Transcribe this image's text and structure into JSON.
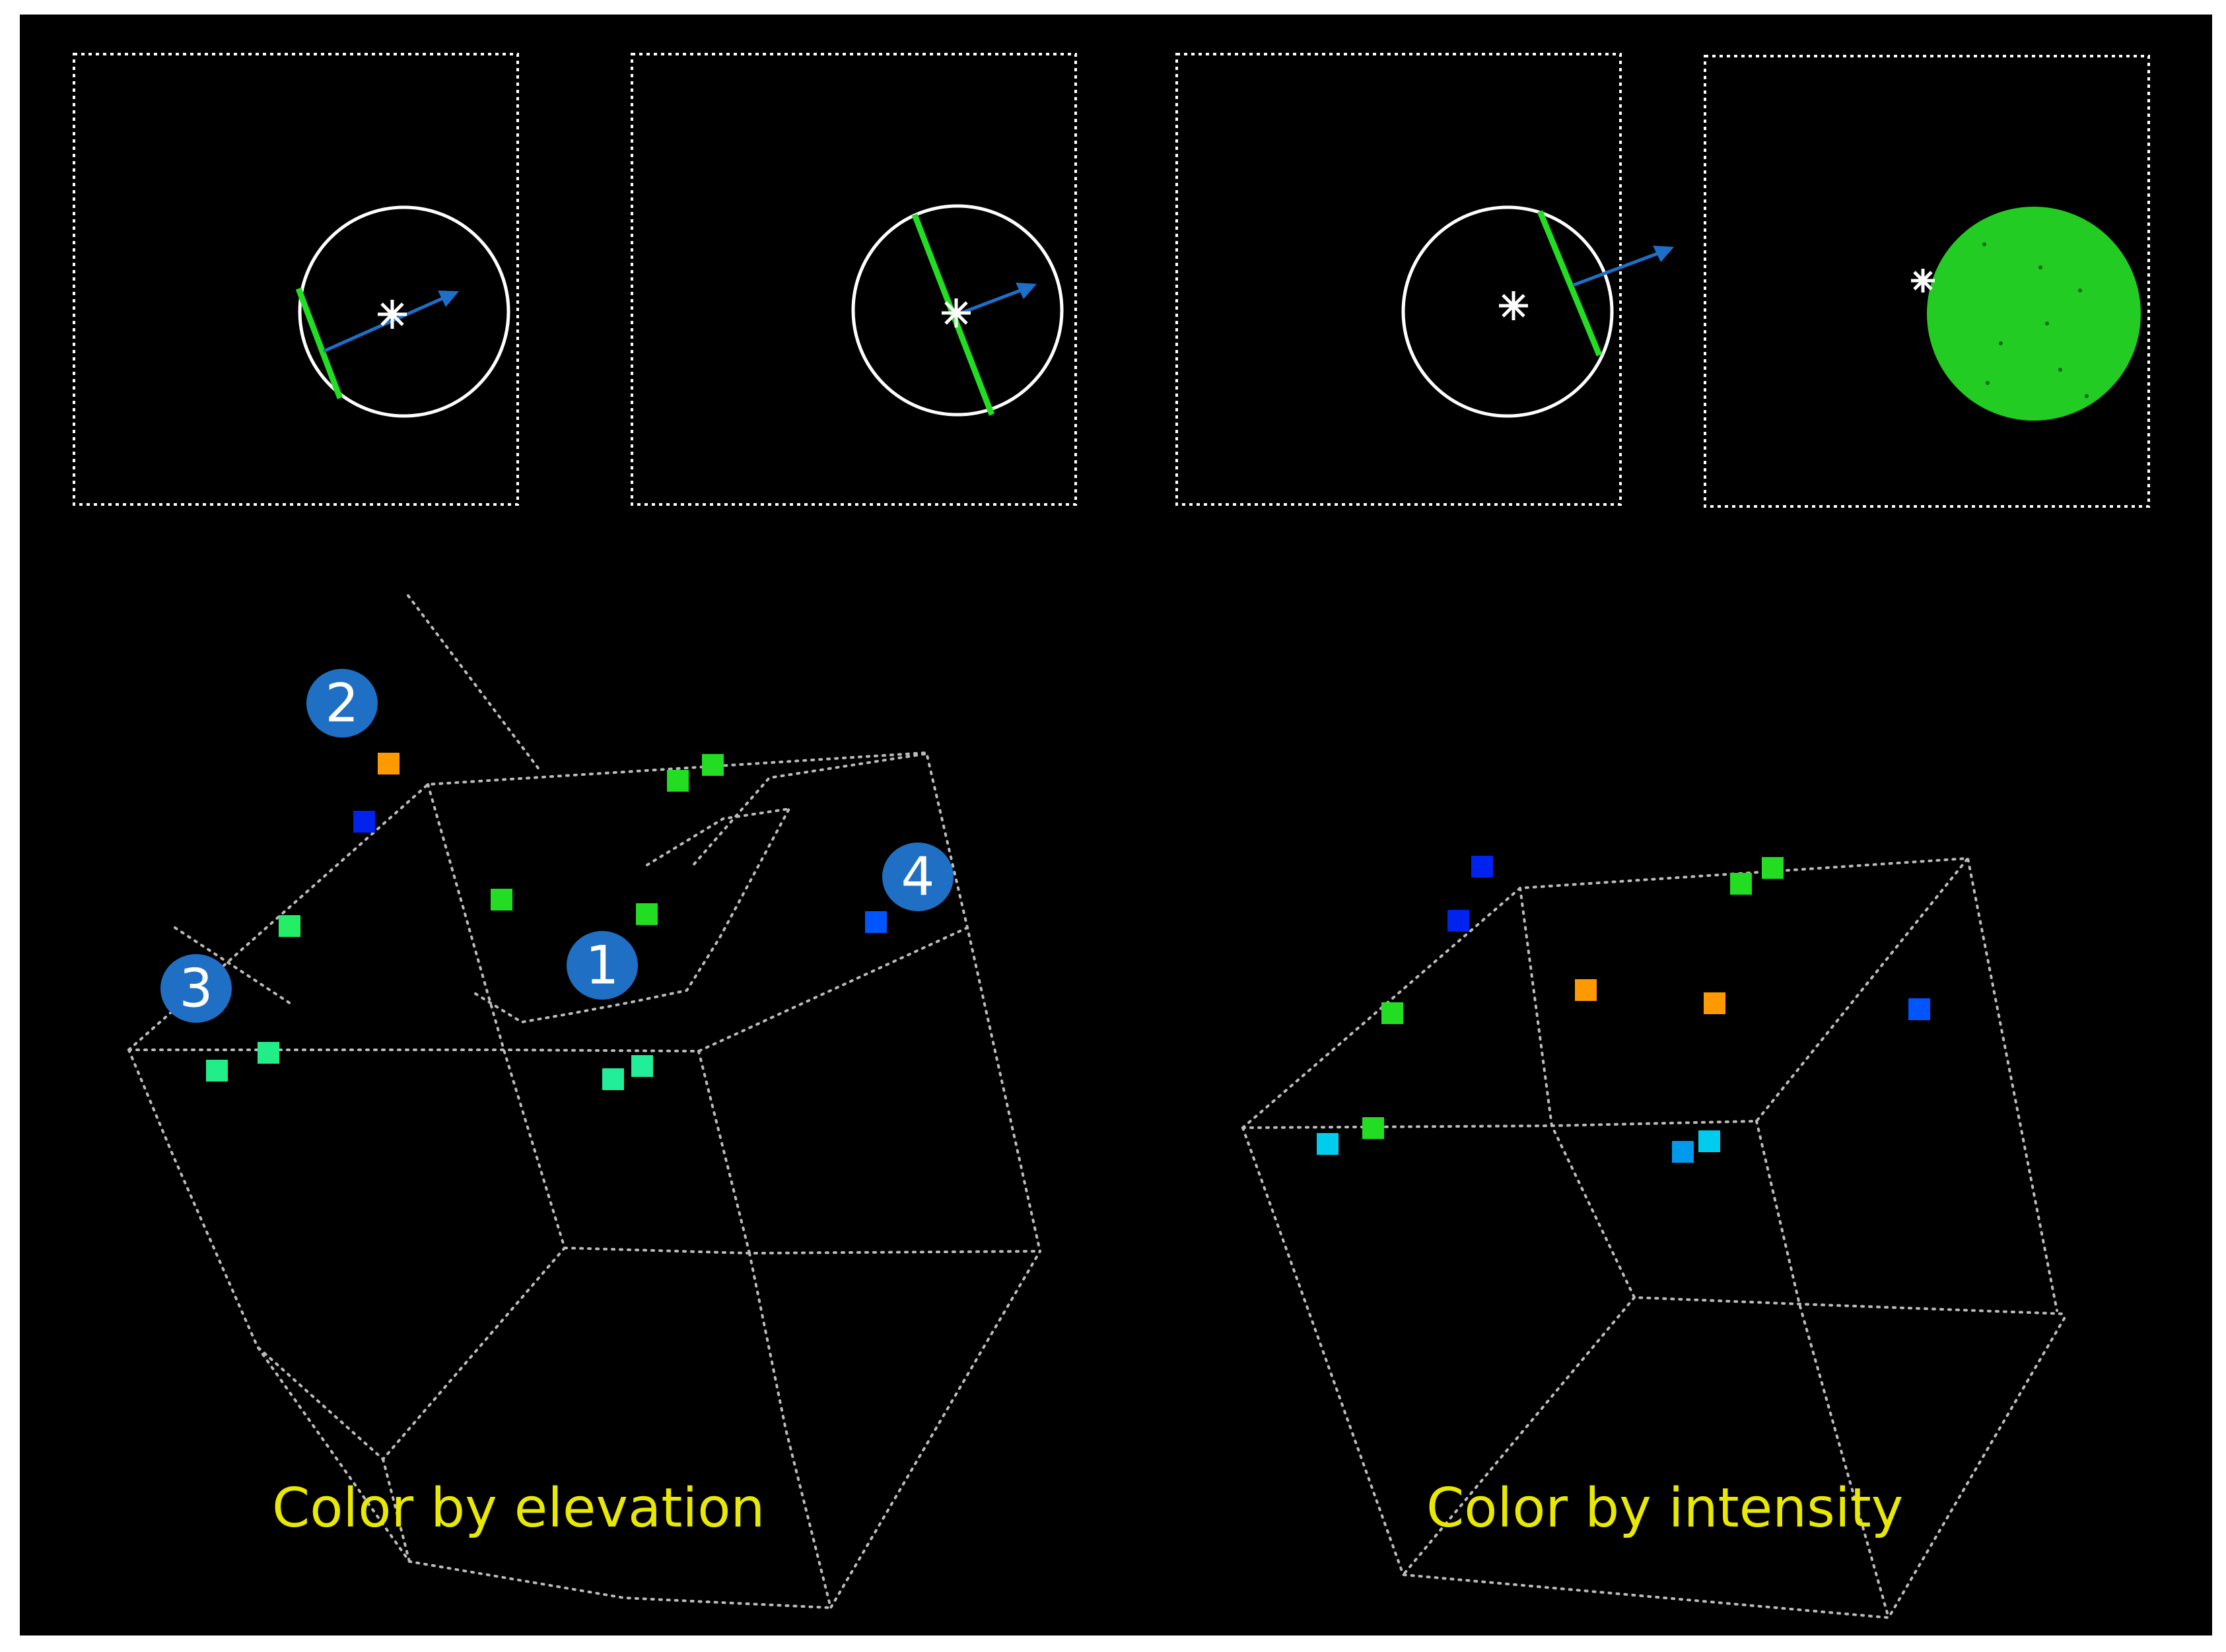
{
  "colors": {
    "background": "#000000",
    "frame": "#ffffff",
    "caption": "#e8e800",
    "green": "#22dd22",
    "seafoam": "#22ee88",
    "orange": "#ff9900",
    "dark_blue": "#0022ee",
    "blue": "#0055ff",
    "cyan": "#00ccee",
    "marker_fill": "#1f6fc5",
    "arrow": "#1e6fc8",
    "grid_line": "#bbbbbb"
  },
  "panels": {
    "top_row": {
      "panel_1": {
        "icon": "circle-with-chord-and-arrow"
      },
      "panel_2": {
        "icon": "circle-with-diameter-and-arrow"
      },
      "panel_3": {
        "icon": "circle-with-chord-and-outgoing-arrow"
      },
      "panel_4": {
        "icon": "filled-green-disk"
      }
    },
    "bottom_left": {
      "caption": "Color by elevation",
      "markers": [
        {
          "label": "1"
        },
        {
          "label": "2"
        },
        {
          "label": "3"
        },
        {
          "label": "4"
        }
      ]
    },
    "bottom_right": {
      "caption": "Color by intensity"
    }
  }
}
